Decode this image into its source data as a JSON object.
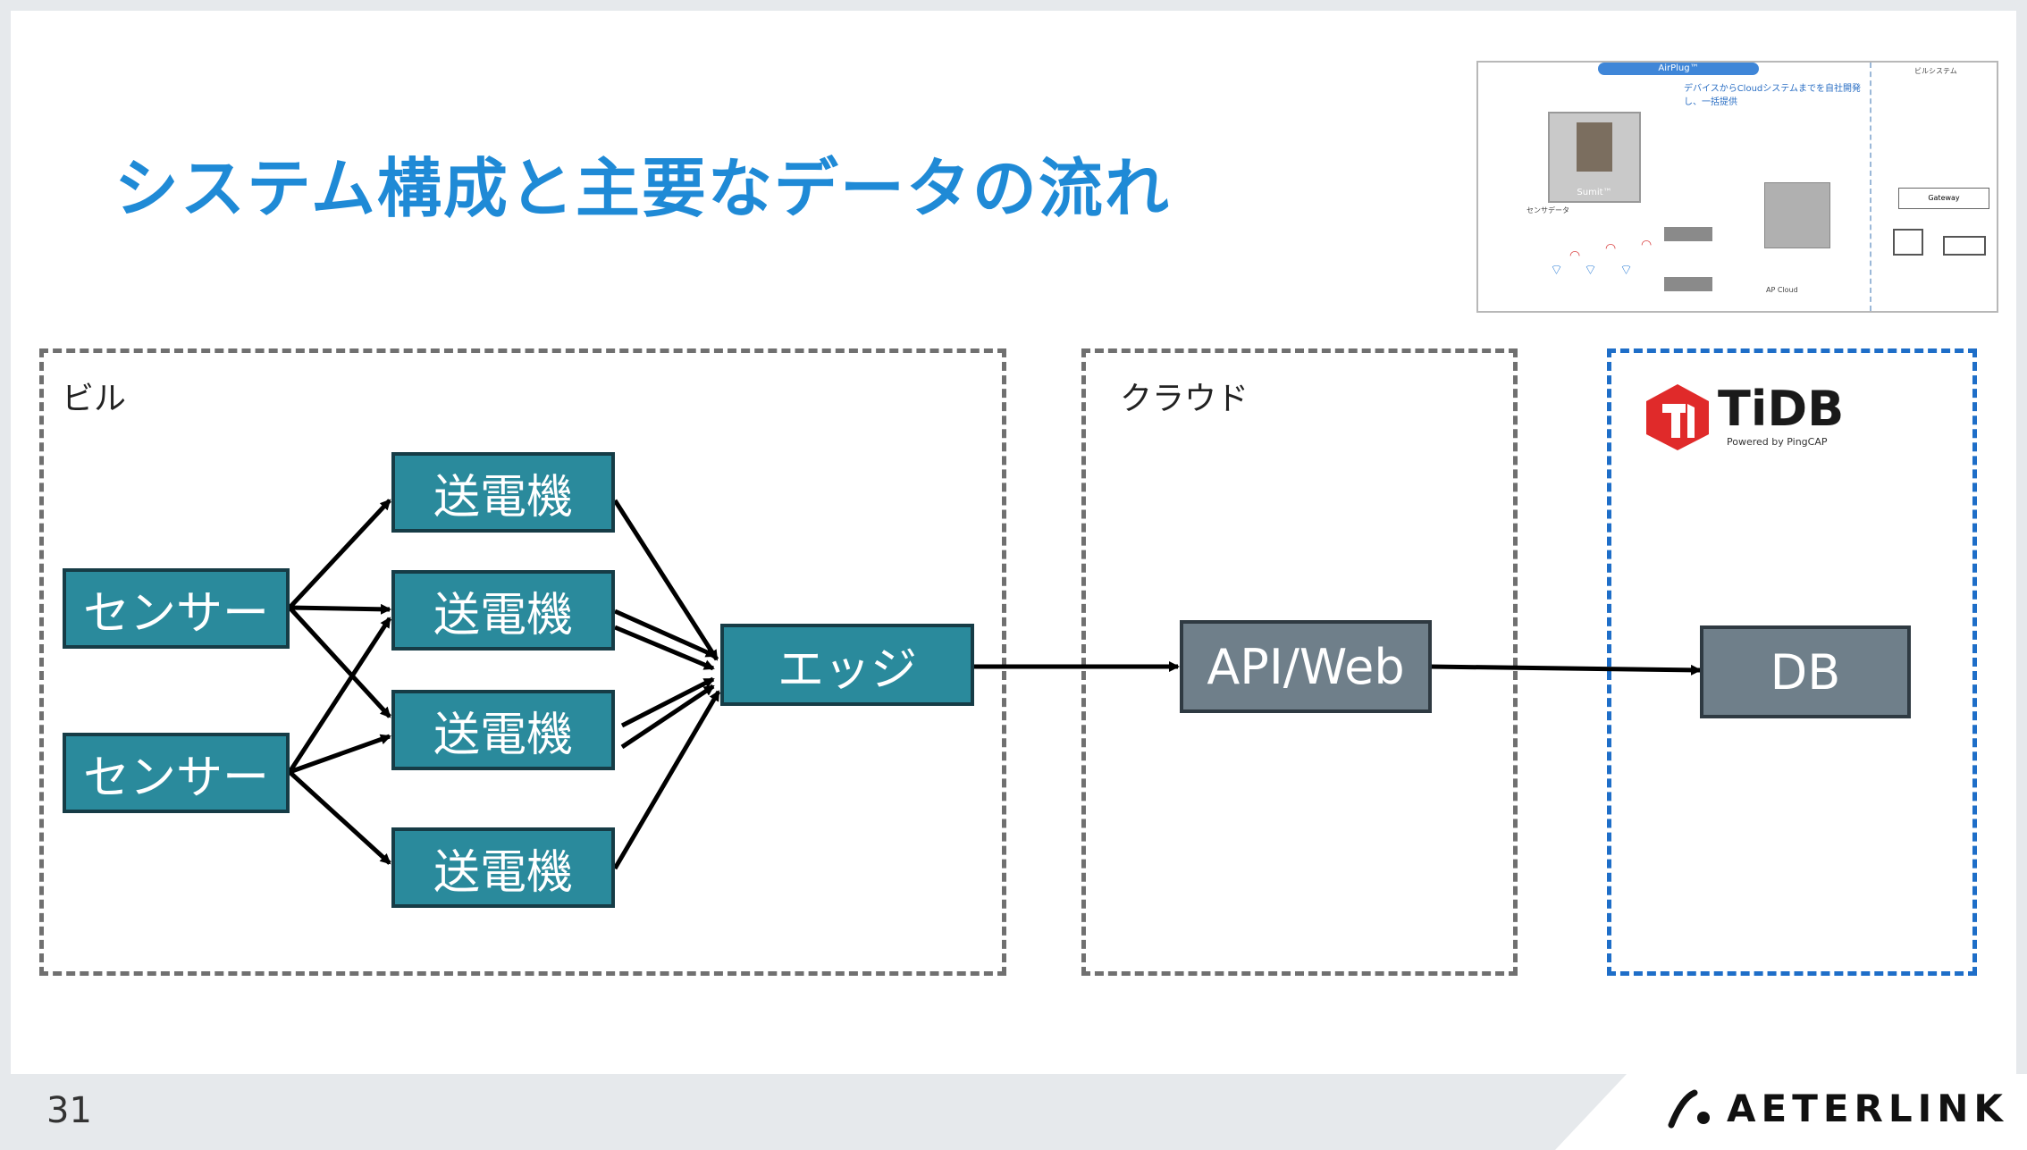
{
  "slide": {
    "title": "システム構成と主要なデータの流れ",
    "page_number": "31",
    "brand": "AETERLINK"
  },
  "regions": [
    {
      "id": "building",
      "label": "ビル"
    },
    {
      "id": "cloud",
      "label": "クラウド"
    },
    {
      "id": "tidb",
      "label": ""
    }
  ],
  "nodes": {
    "sensor_1": "センサー",
    "sensor_2": "センサー",
    "transmitter_1": "送電機",
    "transmitter_2": "送電機",
    "transmitter_3": "送電機",
    "transmitter_4": "送電機",
    "edge": "エッジ",
    "api": "API/Web",
    "db": "DB"
  },
  "tidb_logo": {
    "name": "TiDB",
    "tagline": "Powered by PingCAP",
    "color": "#e02a2a"
  },
  "thumbnail": {
    "header": "AirPlug™",
    "device_label": "Sumit™",
    "note": "デバイスからCloudシステムまでを自社開発し、一括提供",
    "building_system": "ビルシステム",
    "gateway": "Gateway",
    "cloud_label": "AP Cloud",
    "sensor_label": "センサデータ"
  },
  "colors": {
    "title": "#1f8ad6",
    "teal_node": "#2a8a9c",
    "gray_node": "#6f7f8a",
    "tidb_border": "#1e6ec8"
  }
}
